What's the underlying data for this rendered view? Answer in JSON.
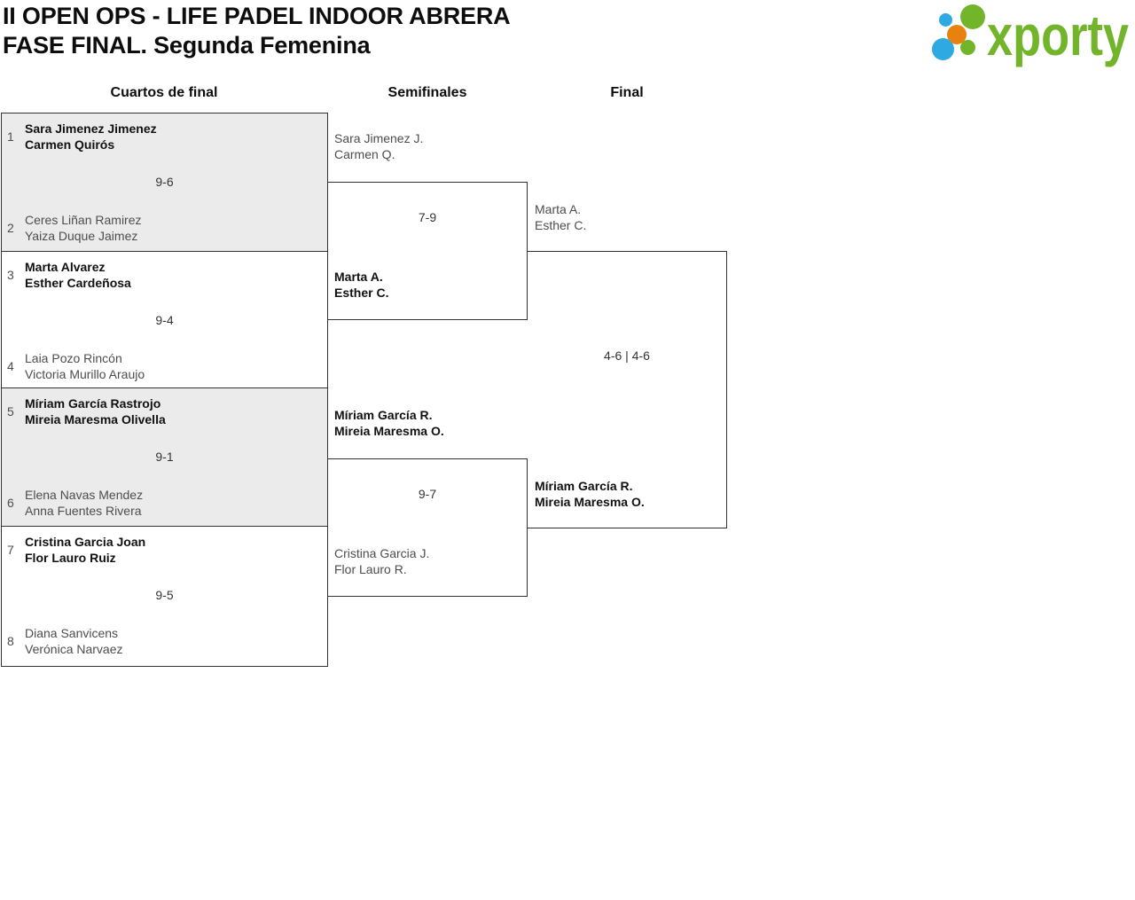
{
  "header": {
    "title_line1": "II OPEN OPS - LIFE PADEL INDOOR ABRERA",
    "title_line2": "FASE FINAL. Segunda Femenina"
  },
  "logo": {
    "wordmark": "xporty",
    "colors": {
      "green": "#72b52b",
      "blue": "#2fa9e1",
      "orange": "#e8820e"
    }
  },
  "columns": [
    {
      "label": "Cuartos de final"
    },
    {
      "label": "Semifinales"
    },
    {
      "label": "Final"
    }
  ],
  "colors": {
    "border": "#333333",
    "shaded_match_bg": "#ebebeb",
    "winner_text": "#111111",
    "loser_text": "#4d4d4d",
    "score_text": "#333333"
  },
  "bracket": {
    "quarterfinals": [
      {
        "seed_top": "1",
        "team_top": [
          "Sara Jimenez Jimenez",
          "Carmen Quirós"
        ],
        "top_winner": true,
        "score": "9-6",
        "seed_bottom": "2",
        "team_bottom": [
          "Ceres Liñan Ramirez",
          "Yaiza Duque Jaimez"
        ],
        "bottom_winner": false
      },
      {
        "seed_top": "3",
        "team_top": [
          "Marta Alvarez",
          "Esther Cardeñosa"
        ],
        "top_winner": true,
        "score": "9-4",
        "seed_bottom": "4",
        "team_bottom": [
          "Laia Pozo Rincón",
          "Victoria Murillo Araujo"
        ],
        "bottom_winner": false
      },
      {
        "seed_top": "5",
        "team_top": [
          "Míriam García Rastrojo",
          "Mireia Maresma Olivella"
        ],
        "top_winner": true,
        "score": "9-1",
        "seed_bottom": "6",
        "team_bottom": [
          "Elena Navas Mendez",
          "Anna Fuentes Rivera"
        ],
        "bottom_winner": false
      },
      {
        "seed_top": "7",
        "team_top": [
          "Cristina Garcia Joan",
          "Flor Lauro Ruiz"
        ],
        "top_winner": true,
        "score": "9-5",
        "seed_bottom": "8",
        "team_bottom": [
          "Diana Sanvicens",
          "Verónica Narvaez"
        ],
        "bottom_winner": false
      }
    ],
    "semifinals": [
      {
        "team_top": [
          "Sara Jimenez J.",
          "Carmen Q."
        ],
        "top_winner": false,
        "score": "7-9",
        "team_bottom": [
          "Marta A.",
          "Esther C."
        ],
        "bottom_winner": true
      },
      {
        "team_top": [
          "Míriam García R.",
          "Mireia Maresma O."
        ],
        "top_winner": true,
        "score": "9-7",
        "team_bottom": [
          "Cristina Garcia J.",
          "Flor Lauro R."
        ],
        "bottom_winner": false
      }
    ],
    "final": {
      "team_top": [
        "Marta A.",
        "Esther C."
      ],
      "top_winner": false,
      "score": "4-6 | 4-6",
      "team_bottom": [
        "Míriam García R.",
        "Mireia Maresma O."
      ],
      "bottom_winner": true
    }
  }
}
